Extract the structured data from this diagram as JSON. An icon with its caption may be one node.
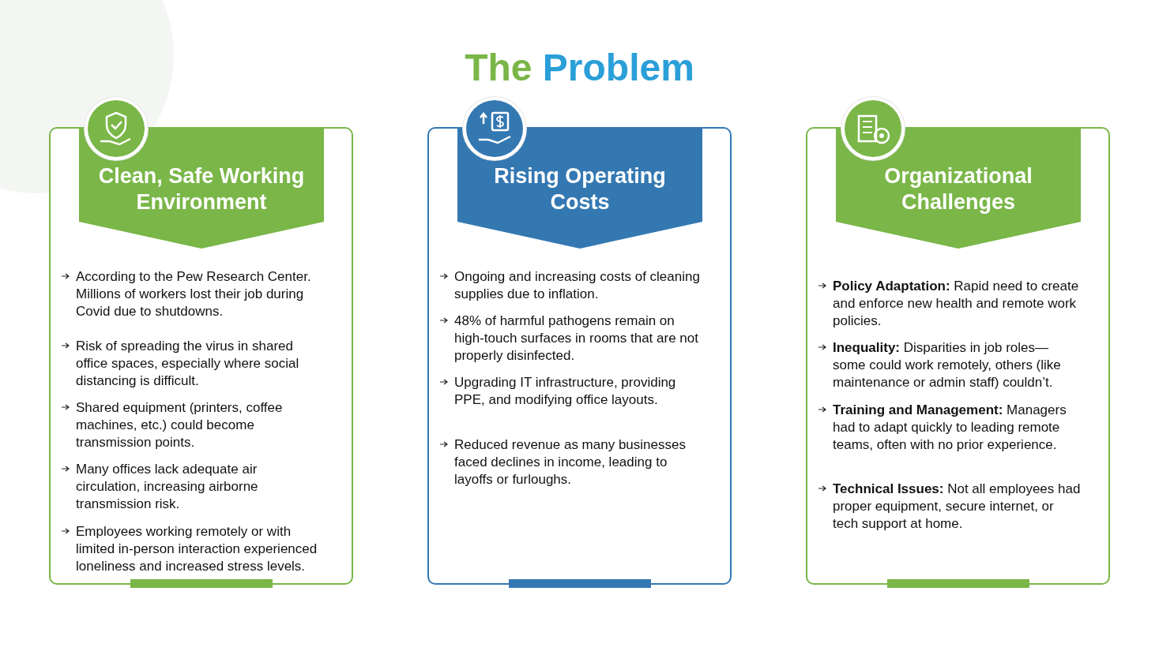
{
  "diagram": {
    "title": "The Problem",
    "nodes": [
      {
        "text": [
          "Clean, Safe Working Environment"
        ]
      },
      {
        "text": [
          "According to the Pew Research Center. Millions of workers lost their job during Covid due to shutdowns."
        ],
        "in": 0
      },
      {
        "text": [
          "Risk of spreading the virus in shared office spaces, especially where social distancing is difficult."
        ],
        "in": 0
      },
      {
        "text": [
          "Shared equipment (printers, coffee machines, etc.) could become transmission points."
        ],
        "in": 0
      },
      {
        "text": [
          "Many offices lack adequate air circulation, increasing airborne transmission risk."
        ],
        "in": 0
      },
      {
        "text": [
          "Employees working remotely or with limited in-person interaction experienced loneliness and increased stress levels."
        ],
        "in": 0
      },
      {
        "text": [
          "Rising Operating Costs"
        ]
      },
      {
        "text": [
          "Ongoing and increasing costs of cleaning supplies due to inflation."
        ],
        "in": 6
      },
      {
        "text": [
          "48% of harmful pathogens remain on high-touch surfaces in rooms that are not properly disinfected."
        ],
        "in": 6
      },
      {
        "text": [
          "Upgrading IT infrastructure, providing PPE, and modifying office layouts."
        ],
        "in": 6
      },
      {
        "text": [
          "Reduced revenue as many businesses faced declines in income, leading to layoffs or furloughs."
        ],
        "in": 6
      },
      {
        "text": [
          "Organizational Challenges"
        ]
      },
      {
        "text": [
          "**Policy Adaptation:** Rapid need to create and enforce new health and remote work policies."
        ],
        "in": 11
      },
      {
        "text": [
          "**Inequality:** Disparities in job roles—some could work remotely, others (like maintenance or admin staff) couldn’t."
        ],
        "in": 11
      },
      {
        "text": [
          "**Training and Management:** Managers had to adapt quickly to leading remote teams, often with no prior experience."
        ],
        "in": 11
      },
      {
        "text": [
          "**Technical Issues:** Not all employees had proper equipment, secure internet, or tech support at home."
        ],
        "in": 11
      }
    ],
    "edges": []
  }
}
